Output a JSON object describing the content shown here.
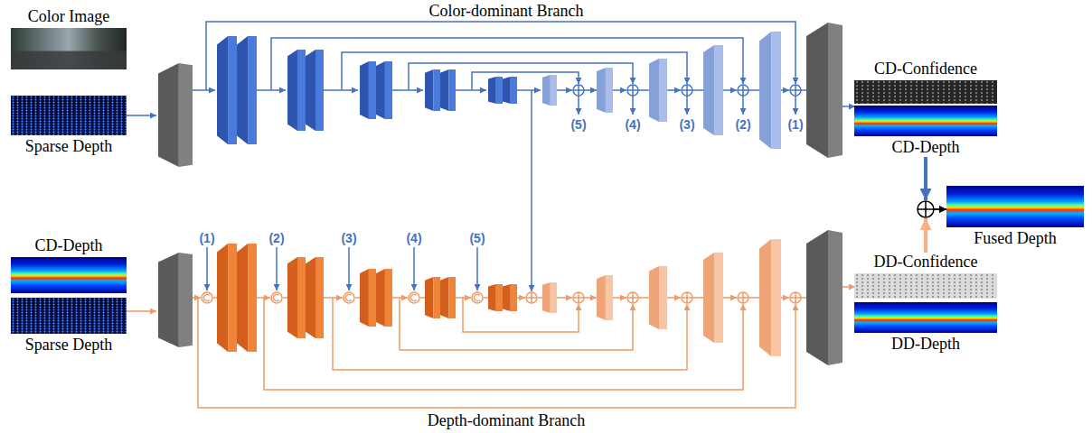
{
  "diagram": {
    "nodes": [
      {
        "text": [
          "Color Image"
        ]
      },
      {
        "text": [
          "Sparse Depth"
        ]
      },
      {
        "text": [
          "CD-Confidence"
        ]
      },
      {
        "text": [
          "CD-Depth"
        ]
      },
      {
        "text": [
          "Fused Depth"
        ]
      },
      {
        "text": [
          "CD-Depth"
        ]
      },
      {
        "text": [
          "Sparse Depth"
        ]
      },
      {
        "text": [
          "DD-Confidence"
        ]
      },
      {
        "text": [
          "DD-Depth"
        ]
      }
    ],
    "edges": [
      {
        "from": 3,
        "to": 4,
        "arrow": "to"
      },
      {
        "from": 7,
        "to": 4,
        "arrow": "to"
      }
    ],
    "labels": [
      "Color-dominant Branch",
      "(5)",
      "(4)",
      "(3)",
      "(2)",
      "(1)",
      "(1)",
      "(2)",
      "(3)",
      "(4)",
      "(5)",
      "Depth-dominant Branch"
    ]
  }
}
